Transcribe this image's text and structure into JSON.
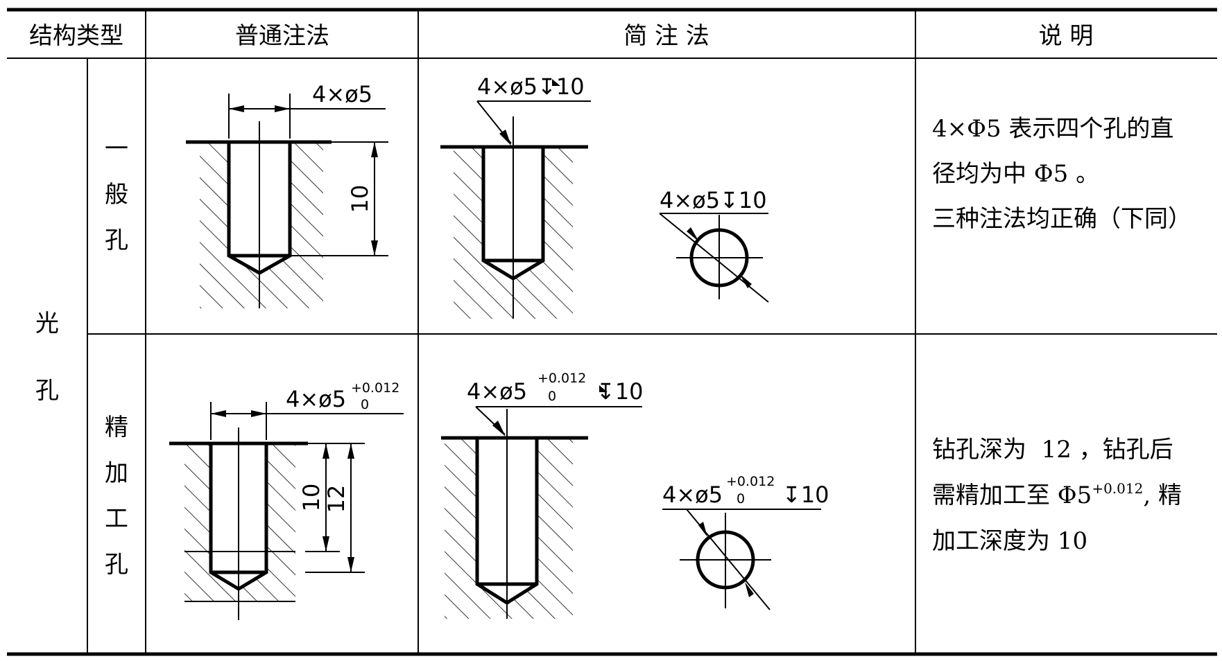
{
  "table": {
    "headers": {
      "structure_type": "结构类型",
      "normal_method": "普通注法",
      "simplified_method": "简 注 法",
      "explanation": "说 明"
    },
    "row_group": {
      "label_line1": "光",
      "label_line2": "孔"
    },
    "rows": [
      {
        "sub_label": [
          "一",
          "般",
          "孔"
        ],
        "normal": {
          "callout": "4×ø5",
          "depth": "10"
        },
        "simplified_a": {
          "callout_main": "4×ø5",
          "depth_symbol": "↧",
          "depth": "10"
        },
        "simplified_b": {
          "callout_main": "4×ø5",
          "depth_symbol": "↧",
          "depth": "10"
        },
        "explanation_lines": [
          "4×Φ5 表示四个孔的直",
          "径均为中 Φ5 。",
          "三种注法均正确（下同）"
        ]
      },
      {
        "sub_label": [
          "精",
          "加",
          "工",
          "孔"
        ],
        "normal": {
          "callout_main": "4×ø5",
          "tol_upper": "+0.012",
          "tol_lower": "0",
          "depth_a": "10",
          "depth_b": "12"
        },
        "simplified_a": {
          "callout_main": "4×ø5",
          "tol_upper": "+0.012",
          "tol_lower": "0",
          "depth_symbol": "↧",
          "depth": "10"
        },
        "simplified_b": {
          "callout_main": "4×ø5",
          "tol_upper": "+0.012",
          "tol_lower": "0",
          "depth_symbol": "↧",
          "depth": "10"
        },
        "explanation_lines": {
          "line1": "钻孔深为  12 ，钻孔后",
          "line2_pre": "需精加工至 Φ5",
          "line2_sup": "+0.012",
          "line2_post": ", 精",
          "line3": "加工深度为 10"
        }
      }
    ]
  }
}
